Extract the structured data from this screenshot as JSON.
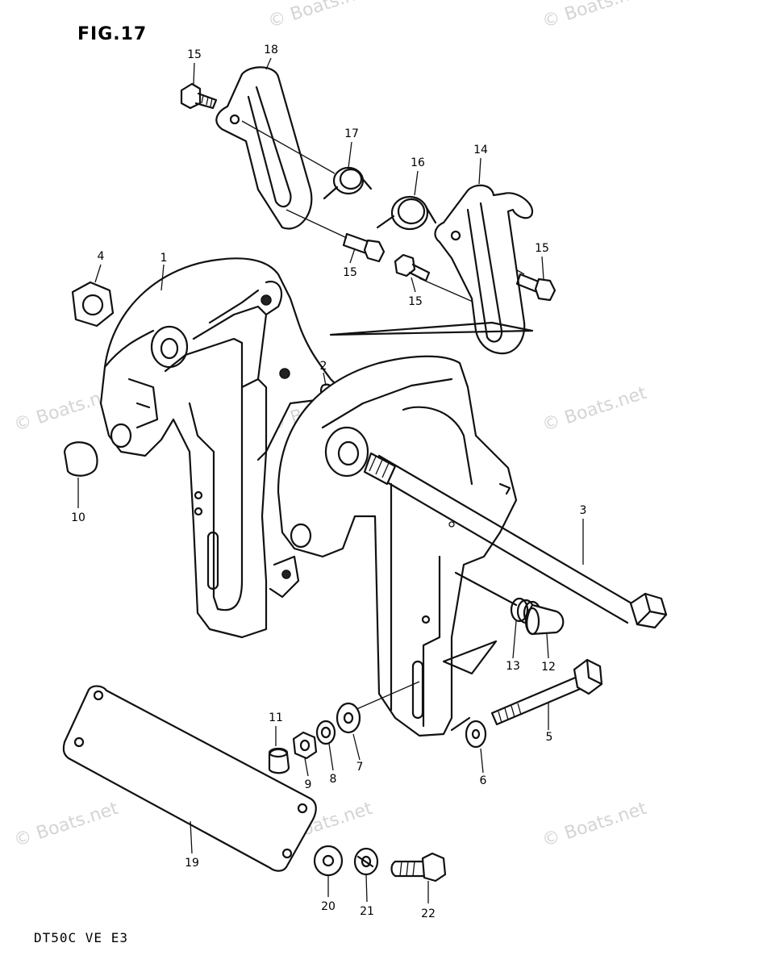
{
  "figure": {
    "title": "FIG.17",
    "model": "DT50C VE E3"
  },
  "callouts": [
    {
      "id": "c1",
      "text": "1"
    },
    {
      "id": "c2",
      "text": "2"
    },
    {
      "id": "c3",
      "text": "3"
    },
    {
      "id": "c4",
      "text": "4"
    },
    {
      "id": "c5",
      "text": "5"
    },
    {
      "id": "c6",
      "text": "6"
    },
    {
      "id": "c7",
      "text": "7"
    },
    {
      "id": "c8",
      "text": "8"
    },
    {
      "id": "c9",
      "text": "9"
    },
    {
      "id": "c10",
      "text": "10"
    },
    {
      "id": "c11",
      "text": "11"
    },
    {
      "id": "c12",
      "text": "12"
    },
    {
      "id": "c13",
      "text": "13"
    },
    {
      "id": "c14",
      "text": "14"
    },
    {
      "id": "c15a",
      "text": "15"
    },
    {
      "id": "c15b",
      "text": "15"
    },
    {
      "id": "c15c",
      "text": "15"
    },
    {
      "id": "c15d",
      "text": "15"
    },
    {
      "id": "c16",
      "text": "16"
    },
    {
      "id": "c17",
      "text": "17"
    },
    {
      "id": "c18",
      "text": "18"
    },
    {
      "id": "c19",
      "text": "19"
    },
    {
      "id": "c20",
      "text": "20"
    },
    {
      "id": "c21",
      "text": "21"
    },
    {
      "id": "c22",
      "text": "22"
    }
  ],
  "watermarks": [
    "© Boats.net",
    "© Boats.net",
    "© Boats.net",
    "© Boats.net",
    "© Boats.net",
    "© Boats.net",
    "© Boats.net",
    "© Boats.net"
  ],
  "colors": {
    "line": "#111111",
    "background": "#ffffff",
    "watermark": "#a0a0a0"
  }
}
